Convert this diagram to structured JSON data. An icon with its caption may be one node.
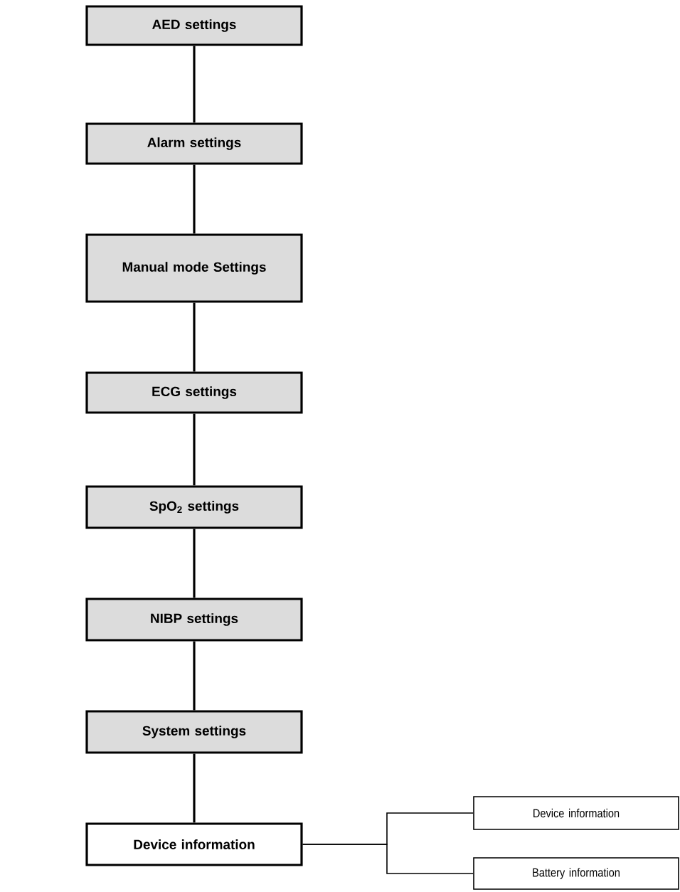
{
  "diagram": {
    "nodes": [
      {
        "text": [
          "AED settings"
        ]
      },
      {
        "text": [
          "Alarm settings"
        ]
      },
      {
        "text": [
          "Manual mode Settings"
        ]
      },
      {
        "text": [
          "ECG settings"
        ]
      },
      {
        "text": [
          "SpO$_{2}$ settings"
        ]
      },
      {
        "text": [
          "NIBP settings"
        ]
      },
      {
        "text": [
          "System settings"
        ]
      },
      {
        "text": [
          "Device information"
        ]
      },
      {
        "text": [
          "Device information"
        ]
      },
      {
        "text": [
          "Battery information"
        ]
      }
    ],
    "edges": [
      {
        "from": 0,
        "to": 1,
        "arrow": "none"
      },
      {
        "from": 1,
        "to": 2,
        "arrow": "none"
      },
      {
        "from": 2,
        "to": 3,
        "arrow": "none"
      },
      {
        "from": 3,
        "to": 4,
        "arrow": "none"
      },
      {
        "from": 4,
        "to": 5,
        "arrow": "none"
      },
      {
        "from": 5,
        "to": 6,
        "arrow": "none"
      },
      {
        "from": 6,
        "to": 7,
        "arrow": "none"
      },
      {
        "from": 7,
        "to": 8,
        "arrow": "none"
      },
      {
        "from": 7,
        "to": 9,
        "arrow": "none"
      }
    ]
  }
}
